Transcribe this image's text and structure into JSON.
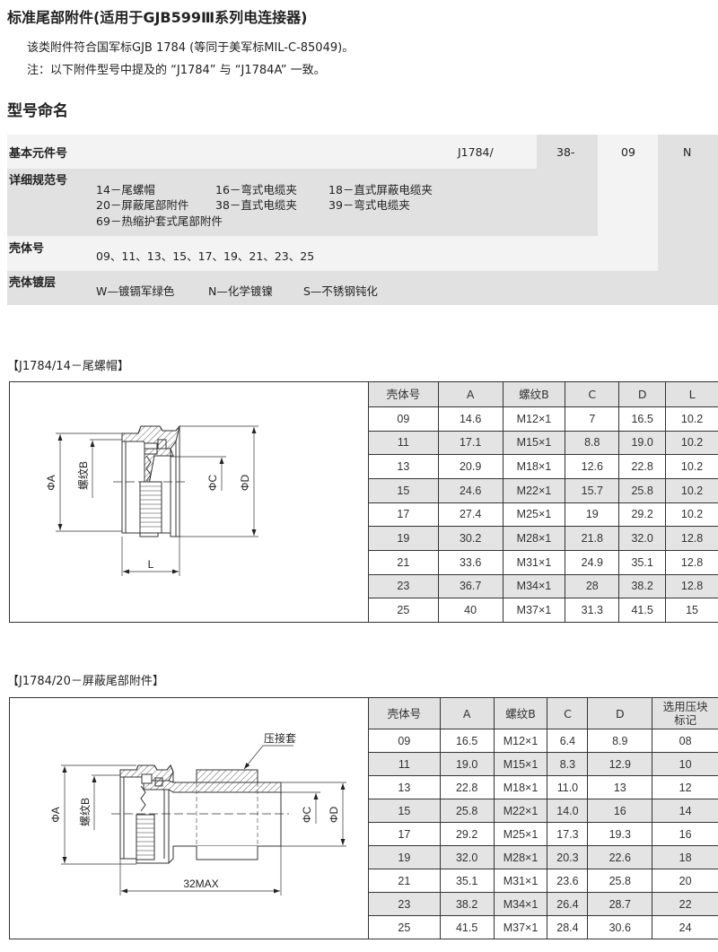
{
  "title": "标准尾部附件(适用于GJB599Ⅲ系列电连接器)",
  "intro": [
    "该类附件符合国军标GJB 1784 (等同于美军标MIL-C-85049)。",
    "注：以下附件型号中提及的 “J1784” 与 “J1784A” 一致。"
  ],
  "naming": {
    "heading": "型号命名",
    "rows": {
      "basic": {
        "label": "基本元件号",
        "example": [
          "J1784/",
          "38-",
          "09",
          "N"
        ]
      },
      "spec": {
        "label": "详细规范号",
        "items": [
          "14－尾螺帽",
          "16－弯式电缆夹",
          "18－直式屏蔽电缆夹",
          "20－屏蔽尾部附件",
          "38－直式电缆夹",
          "39－弯式电缆夹",
          "69－热缩护套式尾部附件"
        ]
      },
      "shell": {
        "label": "壳体号",
        "text": "09、11、13、15、17、19、21、23、25"
      },
      "plating": {
        "label": "壳体镀层",
        "items": [
          "W—镀镉军绿色",
          "N—化学镀镍",
          "S—不锈钢钝化"
        ]
      }
    }
  },
  "section1": {
    "title": "【J1784/14－尾螺帽】",
    "drawing_labels": {
      "a": "ΦA",
      "b": "螺纹B",
      "c": "ΦC",
      "d": "ΦD",
      "l": "L"
    },
    "headers": [
      "壳体号",
      "A",
      "螺纹B",
      "C",
      "D",
      "L"
    ],
    "rows": [
      [
        "09",
        "14.6",
        "M12×1",
        "7",
        "16.5",
        "10.2"
      ],
      [
        "11",
        "17.1",
        "M15×1",
        "8.8",
        "19.0",
        "10.2"
      ],
      [
        "13",
        "20.9",
        "M18×1",
        "12.6",
        "22.8",
        "10.2"
      ],
      [
        "15",
        "24.6",
        "M22×1",
        "15.7",
        "25.8",
        "10.2"
      ],
      [
        "17",
        "27.4",
        "M25×1",
        "19",
        "29.2",
        "10.2"
      ],
      [
        "19",
        "30.2",
        "M28×1",
        "21.8",
        "32.0",
        "12.8"
      ],
      [
        "21",
        "33.6",
        "M31×1",
        "24.9",
        "35.1",
        "12.8"
      ],
      [
        "23",
        "36.7",
        "M34×1",
        "28",
        "38.2",
        "12.8"
      ],
      [
        "25",
        "40",
        "M37×1",
        "31.3",
        "41.5",
        "15"
      ]
    ]
  },
  "section2": {
    "title": "【J1784/20－屏蔽尾部附件】",
    "drawing_labels": {
      "a": "ΦA",
      "b": "螺纹B",
      "c": "ΦC",
      "d": "ΦD",
      "len": "32MAX",
      "sleeve": "压接套"
    },
    "headers": [
      "壳体号",
      "A",
      "螺纹B",
      "C",
      "D",
      "选用压块\n标记"
    ],
    "rows": [
      [
        "09",
        "16.5",
        "M12×1",
        "6.4",
        "8.9",
        "08"
      ],
      [
        "11",
        "19.0",
        "M15×1",
        "8.3",
        "12.9",
        "10"
      ],
      [
        "13",
        "22.8",
        "M18×1",
        "11.0",
        "13",
        "12"
      ],
      [
        "15",
        "25.8",
        "M22×1",
        "14.0",
        "16",
        "14"
      ],
      [
        "17",
        "29.2",
        "M25×1",
        "17.3",
        "19.3",
        "16"
      ],
      [
        "19",
        "32.0",
        "M28×1",
        "20.3",
        "22.6",
        "18"
      ],
      [
        "21",
        "35.1",
        "M31×1",
        "23.6",
        "25.8",
        "20"
      ],
      [
        "23",
        "38.2",
        "M34×1",
        "26.4",
        "28.7",
        "22"
      ],
      [
        "25",
        "41.5",
        "M37×1",
        "28.4",
        "30.6",
        "24"
      ]
    ]
  }
}
